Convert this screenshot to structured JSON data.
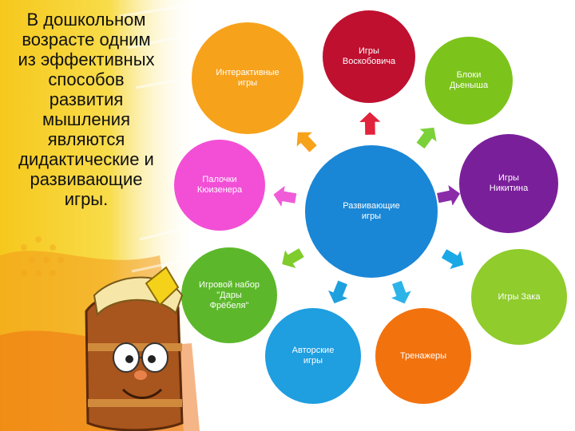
{
  "heading": "В дошкольном\nвозрасте одним\nиз эффективных\nспособов\nразвития\nмышления\nявляются\nдидактические и\nразвивающие\nигры.",
  "center": {
    "label": "Развивающие\nигры",
    "color": "#1a86d6"
  },
  "nodes": [
    {
      "id": "voskobovich",
      "label": "Игры\nВоскобовича",
      "color": "#bf1030"
    },
    {
      "id": "dienesh",
      "label": "Блоки\nДьеныша",
      "color": "#7cc41c"
    },
    {
      "id": "nikitin",
      "label": "Игры\nНикитина",
      "color": "#7a1f9a"
    },
    {
      "id": "zak",
      "label": "Игры Зака",
      "color": "#8fcc2c"
    },
    {
      "id": "trenazhery",
      "label": "Тренажеры",
      "color": "#f2720e"
    },
    {
      "id": "avtorskie",
      "label": "Авторские\nигры",
      "color": "#1f9ee0"
    },
    {
      "id": "frebel",
      "label": "Игровой набор\n\"Дары\nФрёбеля\"",
      "color": "#5cb82a"
    },
    {
      "id": "kuizener",
      "label": "Палочки\nКюизенера",
      "color": "#f24fd6"
    },
    {
      "id": "interaktivnye",
      "label": "Интерактивные\nигры",
      "color": "#f7a21b"
    }
  ],
  "colors": {
    "accent_yellow": "#f6c81c",
    "arrow_colors": [
      "#e2233c",
      "#7ad13a",
      "#8a2ca8",
      "#1aa8e6",
      "#2db3e8",
      "#1ea0df",
      "#7fcc2c",
      "#f05cd8",
      "#f7a21b"
    ]
  },
  "icons": [
    "arrow-icon",
    "book-mascot-icon"
  ]
}
